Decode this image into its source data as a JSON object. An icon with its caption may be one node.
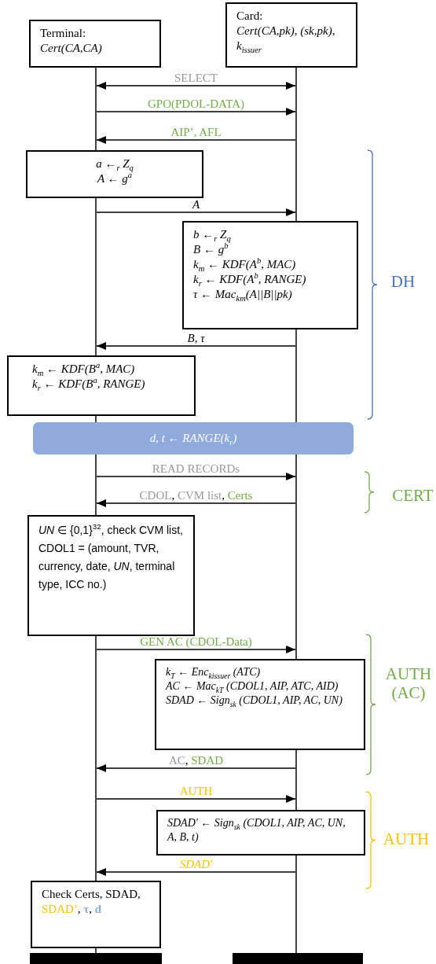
{
  "diagram": {
    "nodes": [
      {
        "text": [
          "Terminal:",
          "Cert(CA,CA)"
        ]
      },
      {
        "text": [
          "Card:",
          "Cert(CA,pk), (sk,pk), k$_{issuer}$"
        ]
      },
      {
        "text": [
          "a ←$_{r}$ Z$_{q}$",
          "A ← g$^{a}$"
        ]
      },
      {
        "text": [
          "b ←$_{r}$ Z$_{q}$",
          "B ← g$^{b}$",
          "k$_{m}$ ← KDF(A$^{b}$, MAC)",
          "k$_{r}$ ← KDF(A$^{b}$, RANGE)",
          "τ ← Mac$_{km}$(A||B||pk)"
        ]
      },
      {
        "text": [
          "k$_{m}$ ← KDF(B$^{a}$, MAC)",
          "k$_{r}$ ← KDF(B$^{a}$, RANGE)"
        ]
      },
      {
        "text": [
          "d, t ← RANGE(k$_{r}$)"
        ]
      },
      {
        "text": [
          "*UN* ∈ {0,1}$^{32}$, check CVM list, CDOL1 = (amount, TVR, currency, date, *UN*, terminal type, ICC no.)"
        ]
      },
      {
        "text": [
          "k$_{T}$ ← Enc$_{kissuer}$ (ATC)",
          "AC ← Mac$_{kT}$ (CDOL1, AIP, ATC, AID)",
          "SDAD ← Sign$_{sk}$ (CDOL1, AIP, AC, UN)"
        ]
      },
      {
        "text": [
          "SDAD′ ← Sign$_{sk}$ (CDOL1, AIP, AC, UN, A, B, t)"
        ]
      },
      {
        "text": [
          "Check Certs, SDAD, SDAD’, τ, d"
        ]
      },
      {
        "text": [],
        "shape": "bar"
      },
      {
        "text": [],
        "shape": "bar"
      },
      {
        "text": [],
        "shape": "line"
      },
      {
        "text": [],
        "shape": "line"
      }
    ],
    "edges": [
      {
        "from": 12,
        "to": 13,
        "arrow": "both",
        "label": "SELECT"
      },
      {
        "from": 12,
        "to": 13,
        "arrow": "to",
        "label": "GPO(PDOL-DATA)"
      },
      {
        "from": 13,
        "to": 12,
        "arrow": "to",
        "label": "AIP’, AFL"
      },
      {
        "from": 12,
        "to": 13,
        "arrow": "to",
        "label": "A"
      },
      {
        "from": 13,
        "to": 12,
        "arrow": "to",
        "label": "B, τ"
      },
      {
        "from": 12,
        "to": 13,
        "arrow": "to",
        "label": "READ RECORDs"
      },
      {
        "from": 13,
        "to": 12,
        "arrow": "to",
        "label": "CDOL, CVM list, Certs"
      },
      {
        "from": 12,
        "to": 13,
        "arrow": "to",
        "label": "GEN AC (CDOL-Data)"
      },
      {
        "from": 13,
        "to": 12,
        "arrow": "to",
        "label": "AC, SDAD"
      },
      {
        "from": 12,
        "to": 13,
        "arrow": "to",
        "label": "AUTH"
      },
      {
        "from": 13,
        "to": 12,
        "arrow": "to",
        "label": "SDAD′"
      }
    ],
    "labels": [
      "DH",
      "CERT",
      "AUTH (AC)",
      "AUTH"
    ]
  }
}
